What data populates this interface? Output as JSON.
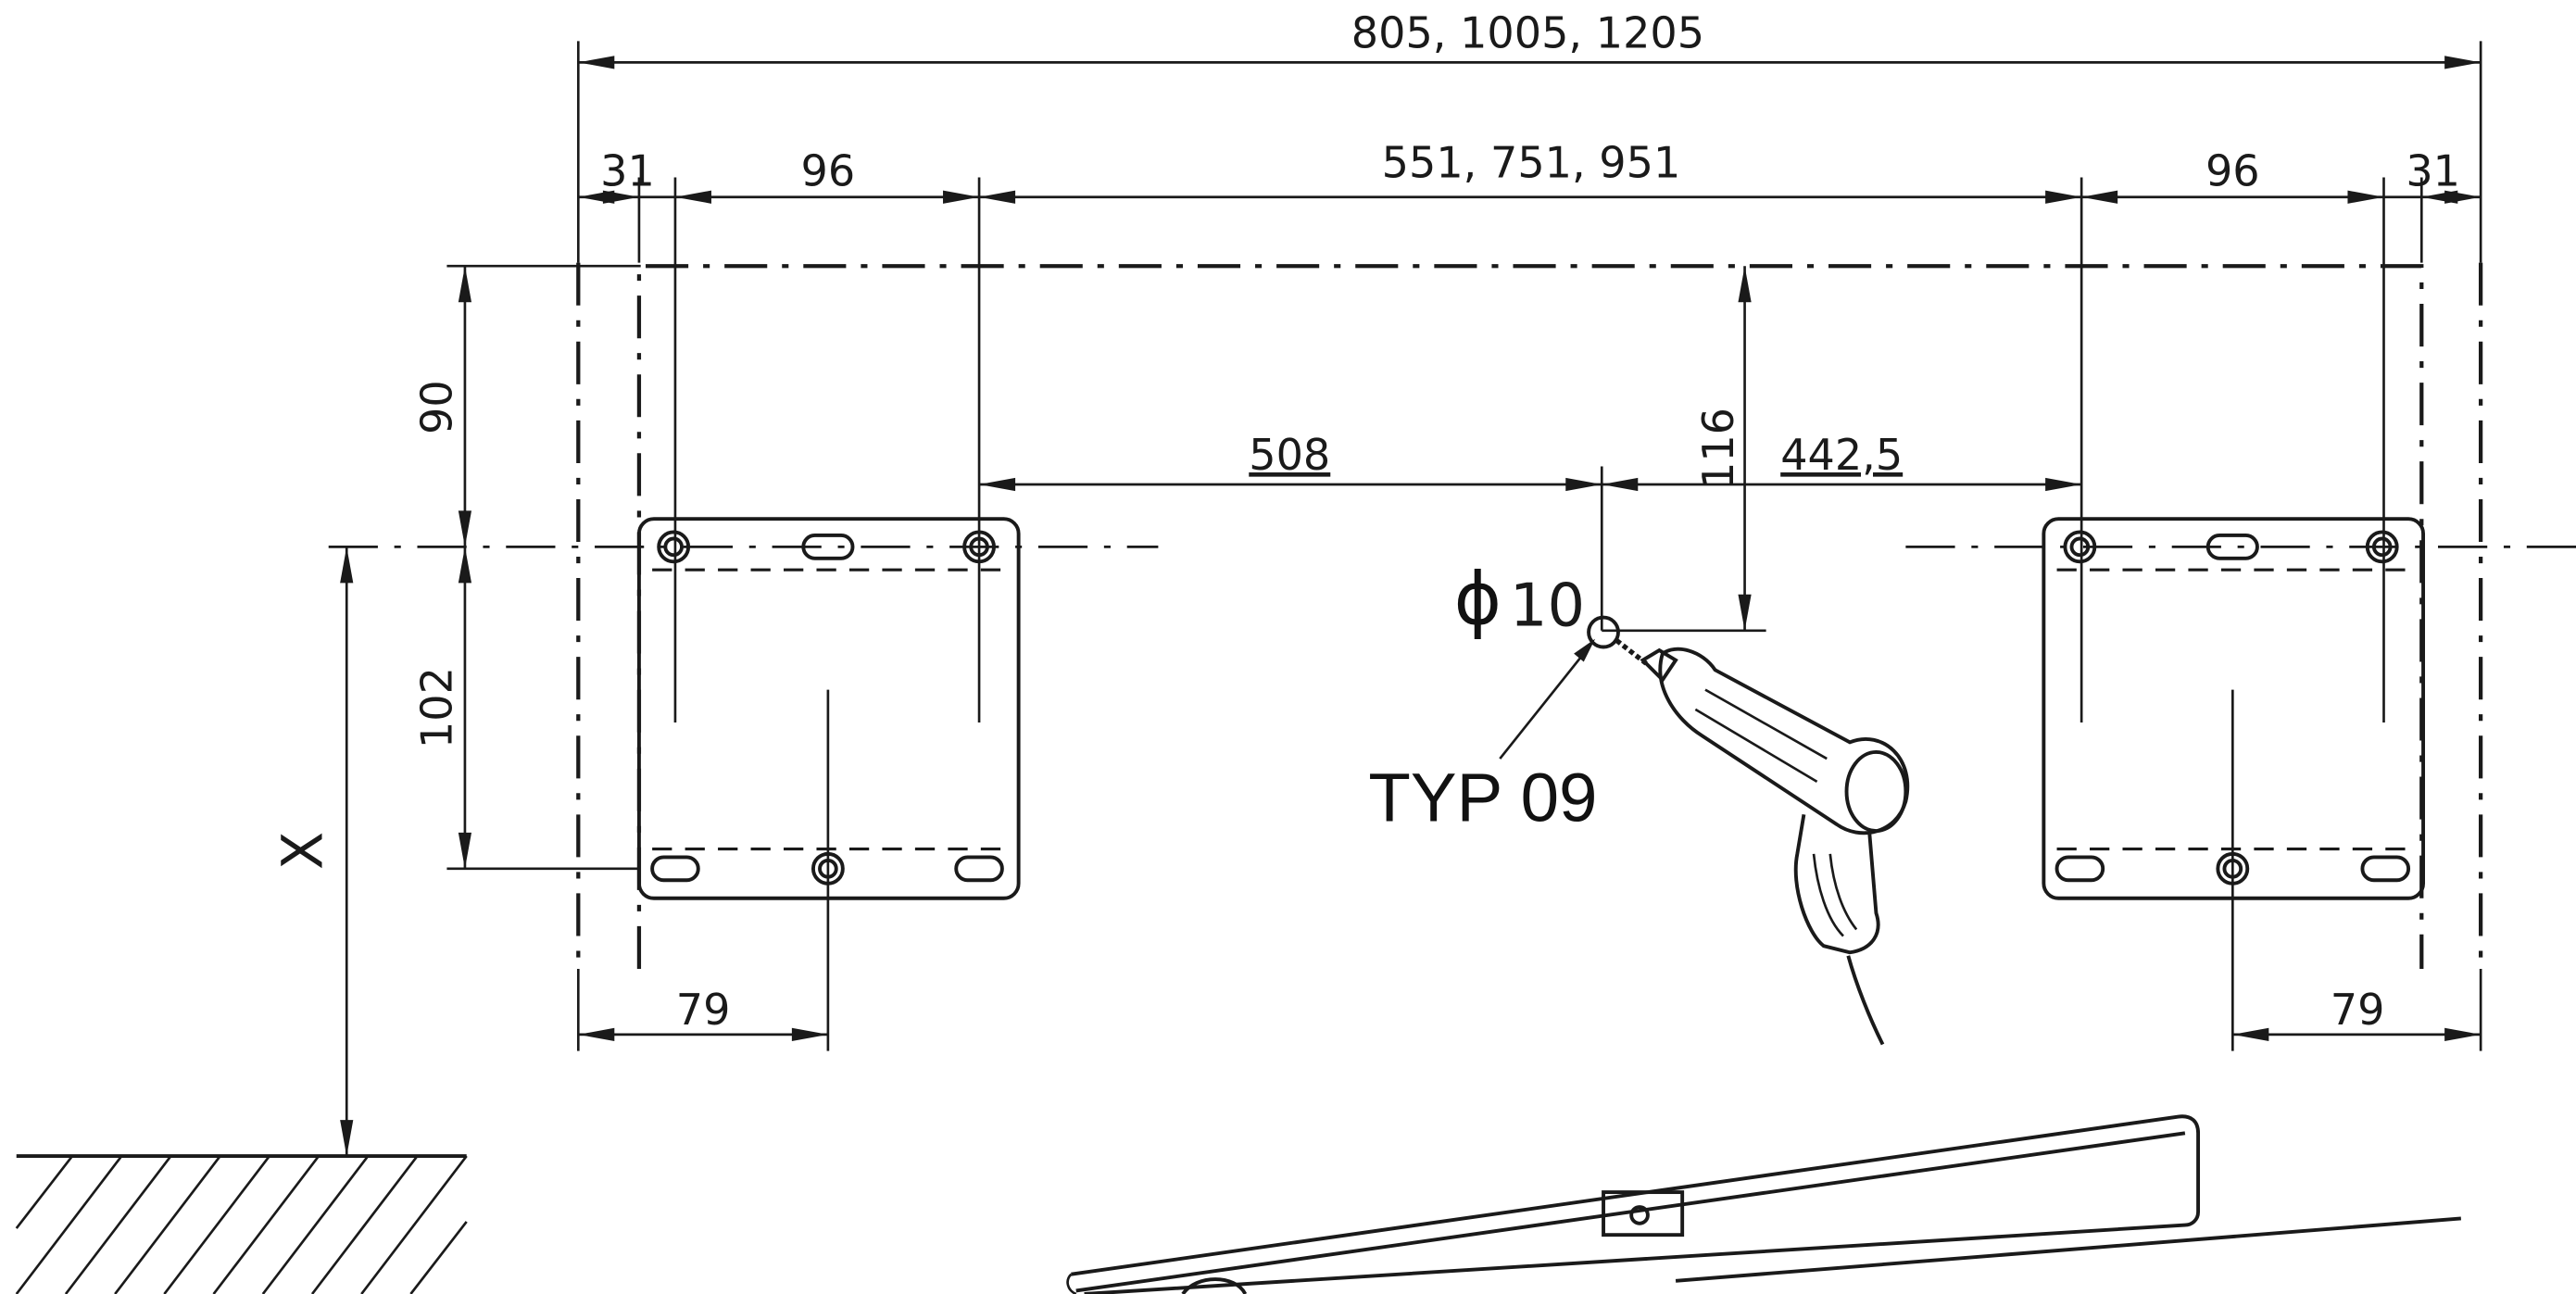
{
  "dimensions": {
    "overall_width": "805, 1005, 1205",
    "edge_left": "31",
    "bracket_left": "96",
    "center_span": "551, 751, 951",
    "bracket_right": "96",
    "edge_right": "31",
    "height_top": "90",
    "height_mid": "102",
    "offset_left": "508",
    "offset_right": "442,5",
    "drop": "116",
    "bottom_left": "79",
    "bottom_right": "79",
    "floor_height": "X"
  },
  "annotations": {
    "hole_diameter": "10",
    "hole_symbol": "ϕ",
    "fastener_type": "TYP 09"
  },
  "icons": [
    "drill-icon",
    "spirit-level-icon"
  ]
}
